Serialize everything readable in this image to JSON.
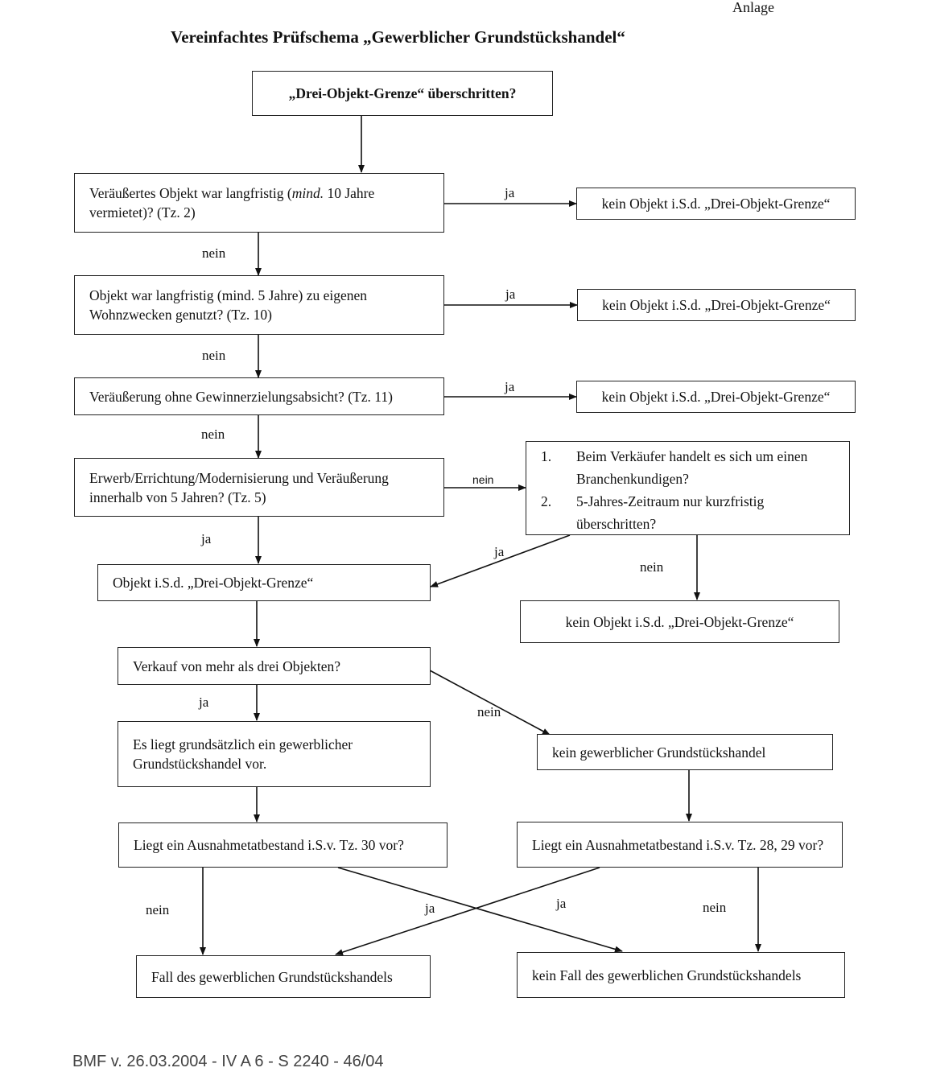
{
  "corner_label": "Anlage",
  "title": "Vereinfachtes Prüfschema „Gewerblicher Grundstückshandel“",
  "footer": "BMF v. 26.03.2004 - IV A 6 - S 2240 - 46/04",
  "boxes": {
    "start": "„Drei-Objekt-Grenze“ überschritten?",
    "q1_pre": "Veräußertes Objekt war langfristig (",
    "q1_em": "mind.",
    "q1_post": " 10 Jahre vermietet)? (Tz. 2)",
    "q2": "Objekt war langfristig (mind. 5 Jahre) zu eigenen Wohnzwecken genutzt? (Tz. 10)",
    "q3": "Veräußerung ohne Gewinnerzielungsabsicht? (Tz. 11)",
    "q4": "Erwerb/Errichtung/Modernisierung und Veräußerung innerhalb von 5 Jahren? (Tz. 5)",
    "r1": "kein Objekt i.S.d. „Drei-Objekt-Grenze“",
    "r2": "kein Objekt i.S.d. „Drei-Objekt-Grenze“",
    "r3": "kein Objekt i.S.d. „Drei-Objekt-Grenze“",
    "side_items": [
      {
        "num": "1.",
        "text": "Beim Verkäufer handelt es sich um einen Branchenkundigen?"
      },
      {
        "num": "2.",
        "text": "5-Jahres-Zeitraum nur kurzfristig überschritten?"
      }
    ],
    "objekt": "Objekt i.S.d. „Drei-Objekt-Grenze“",
    "r4": "kein Objekt i.S.d. „Drei-Objekt-Grenze“",
    "q5": "Verkauf von mehr als drei Objekten?",
    "gewerbl": "Es liegt grundsätzlich ein gewerblicher Grundstückshandel vor.",
    "kein_gewerbl": "kein gewerblicher Grundstückshandel",
    "q6": "Liegt ein Ausnahmetatbestand i.S.v. Tz. 30 vor?",
    "q7": "Liegt ein Ausnahmetatbestand i.S.v. Tz. 28, 29 vor?",
    "fall": "Fall des gewerblichen Grundstückshandels",
    "kein_fall": "kein Fall des gewerblichen Grundstückshandels"
  },
  "labels": {
    "ja": "ja",
    "nein": "nein"
  }
}
